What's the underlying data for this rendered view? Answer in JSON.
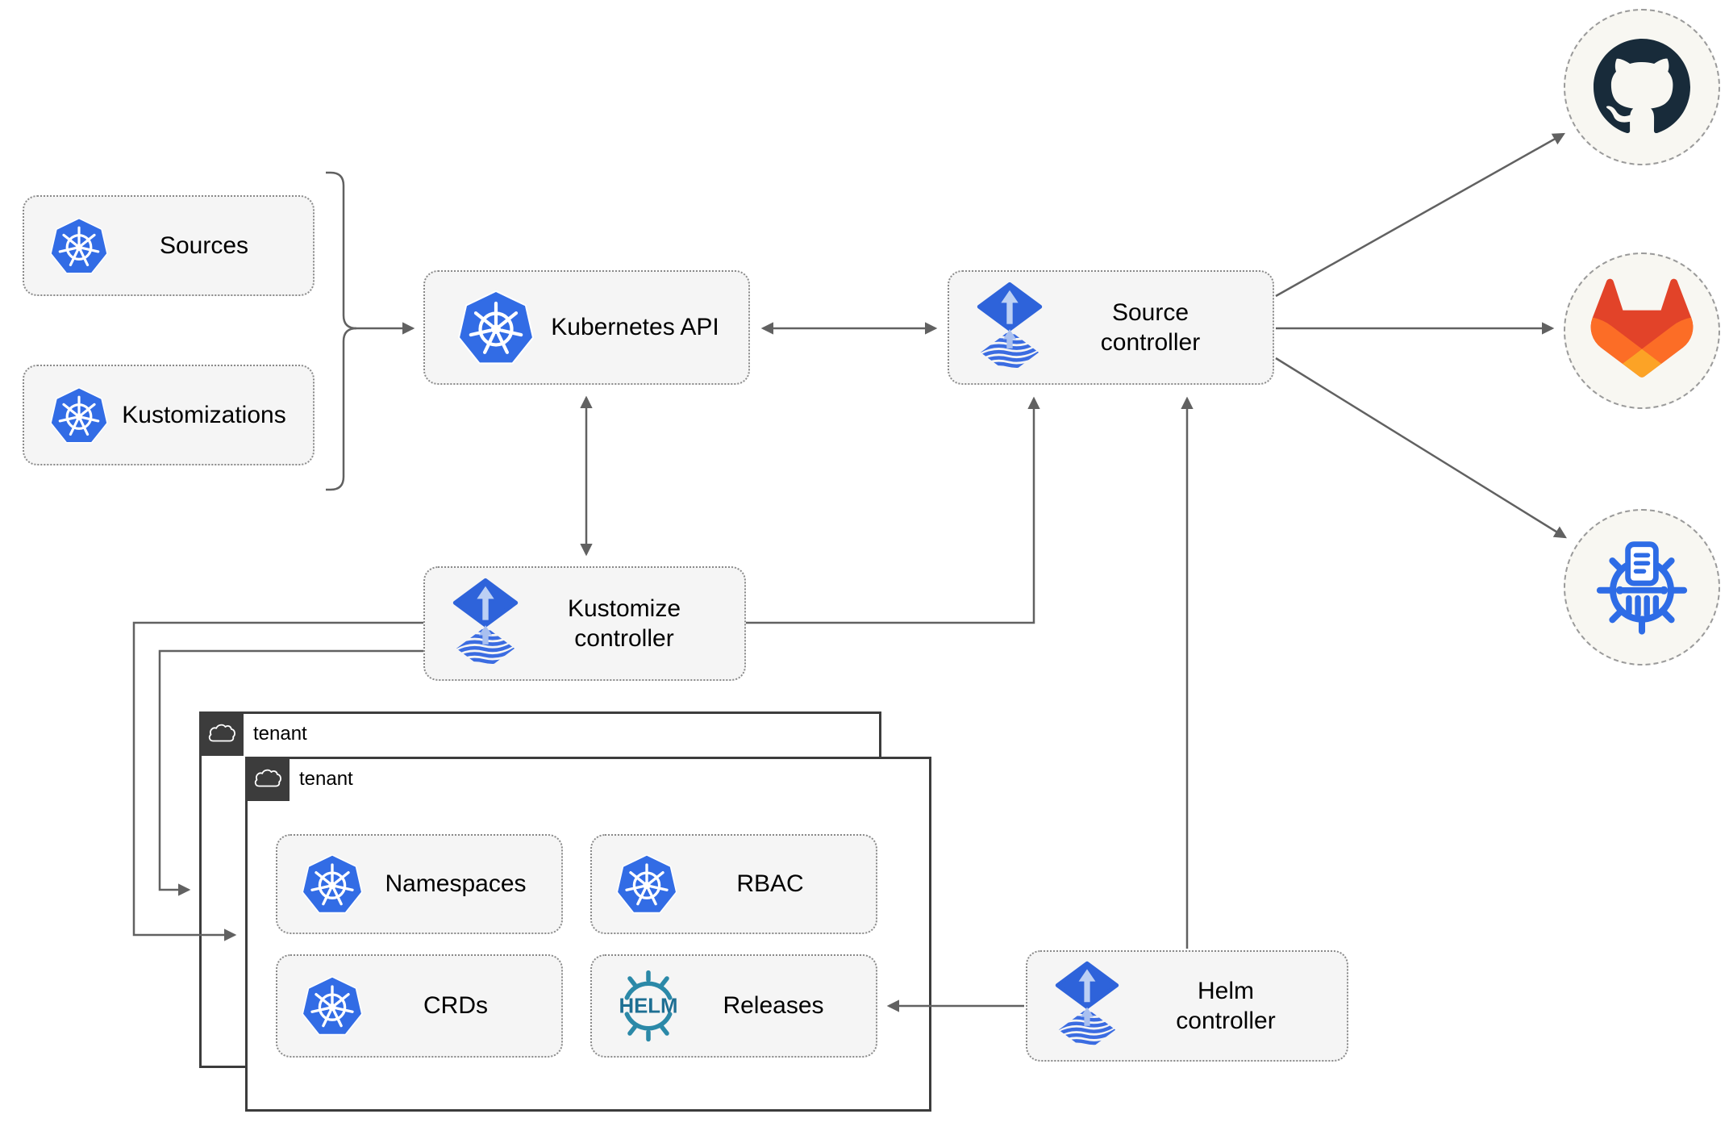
{
  "nodes": {
    "sources": {
      "label": "Sources"
    },
    "kustomizations": {
      "label": "Kustomizations"
    },
    "kubernetes_api": {
      "label": "Kubernetes API"
    },
    "source_controller": {
      "label": "Source\ncontroller"
    },
    "kustomize_controller": {
      "label": "Kustomize\ncontroller"
    },
    "helm_controller": {
      "label": "Helm\ncontroller"
    },
    "namespaces": {
      "label": "Namespaces"
    },
    "rbac": {
      "label": "RBAC"
    },
    "crds": {
      "label": "CRDs"
    },
    "releases": {
      "label": "Releases"
    }
  },
  "groups": {
    "tenant_back": {
      "label": "tenant"
    },
    "tenant_front": {
      "label": "tenant"
    }
  },
  "external_services": [
    {
      "name": "github",
      "icon": "github-icon"
    },
    {
      "name": "gitlab",
      "icon": "gitlab-icon"
    },
    {
      "name": "chartmuseum",
      "icon": "chartmuseum-icon"
    }
  ],
  "helm_logo_text": "HELM",
  "edges": [
    {
      "from": "sources+kustomizations bracket",
      "to": "kubernetes-api",
      "arrow": "end"
    },
    {
      "from": "kubernetes-api",
      "to": "source-controller",
      "arrow": "both"
    },
    {
      "from": "kubernetes-api",
      "to": "kustomize-controller",
      "arrow": "both"
    },
    {
      "from": "kustomize-controller",
      "to": "source-controller",
      "arrow": "end"
    },
    {
      "from": "helm-controller",
      "to": "source-controller",
      "arrow": "end"
    },
    {
      "from": "helm-controller",
      "to": "releases",
      "arrow": "end"
    },
    {
      "from": "kustomize-controller",
      "to": "tenant-front",
      "arrow": "end"
    },
    {
      "from": "kustomize-controller",
      "to": "tenant-back",
      "arrow": "end"
    },
    {
      "from": "source-controller",
      "to": "github",
      "arrow": "end"
    },
    {
      "from": "source-controller",
      "to": "gitlab",
      "arrow": "end"
    },
    {
      "from": "source-controller",
      "to": "chartmuseum",
      "arrow": "end"
    }
  ],
  "colors": {
    "node_fill": "#f5f5f5",
    "node_border": "#8a8a8a",
    "edge": "#616161",
    "tenant_border": "#3c3c3c",
    "kubernetes_blue": "#326ce5",
    "flux_blue": "#2e63da",
    "flux_arrow_light": "#bcd0f4",
    "helm_teal": "#277b9e",
    "github_dark": "#182b3a",
    "gitlab_orange": [
      "#e24329",
      "#fc6d26",
      "#fca326"
    ],
    "chartmuseum_blue": "#2e6ce6"
  }
}
